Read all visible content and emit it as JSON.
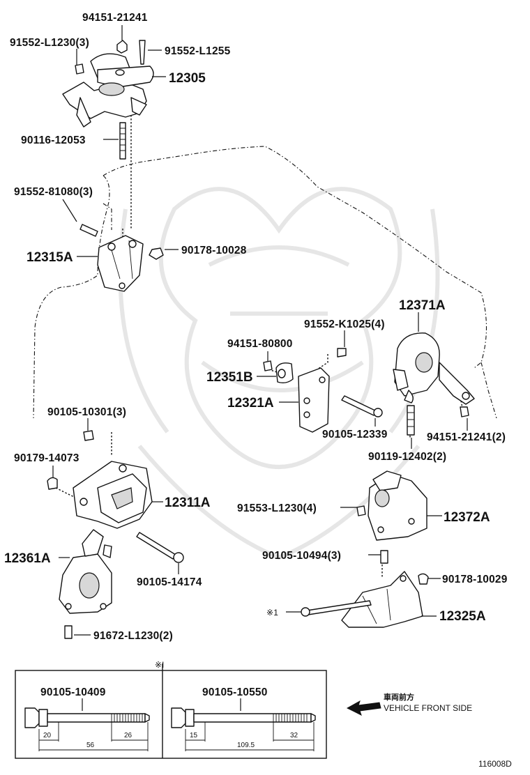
{
  "parts": {
    "p94151_21241_top": "94151-21241",
    "p91552_L1230_3": "91552-L1230(3)",
    "p91552_L1255": "91552-L1255",
    "p12305": "12305",
    "p90116_12053": "90116-12053",
    "p91552_81080_3": "91552-81080(3)",
    "p12315A": "12315A",
    "p90178_10028": "90178-10028",
    "p12371A": "12371A",
    "p91552_K1025_4": "91552-K1025(4)",
    "p94151_80800": "94151-80800",
    "p12351B": "12351B",
    "p12321A": "12321A",
    "p90105_12339": "90105-12339",
    "p94151_21241_2": "94151-21241(2)",
    "p90119_12402_2": "90119-12402(2)",
    "p90105_10301_3": "90105-10301(3)",
    "p90179_14073": "90179-14073",
    "p12311A": "12311A",
    "p91553_L1230_4": "91553-L1230(4)",
    "p12372A": "12372A",
    "p12361A": "12361A",
    "p90105_14174": "90105-14174",
    "p90105_10494_3": "90105-10494(3)",
    "p90178_10029": "90178-10029",
    "p12325A": "12325A",
    "p91672_L1230_2": "91672-L1230(2)"
  },
  "callout_mark": "※1",
  "detail_box": {
    "header_mark": "※I",
    "left_bolt": {
      "part_no": "90105-10409",
      "dim_thread": "20",
      "dim_total": "56",
      "dim_tip": "26"
    },
    "right_bolt": {
      "part_no": "90105-10550",
      "dim_thread": "15",
      "dim_total": "109.5",
      "dim_tip": "32"
    }
  },
  "direction": {
    "label_jp": "車両前方",
    "label_en": "VEHICLE FRONT SIDE"
  },
  "figure_id": "116008D"
}
